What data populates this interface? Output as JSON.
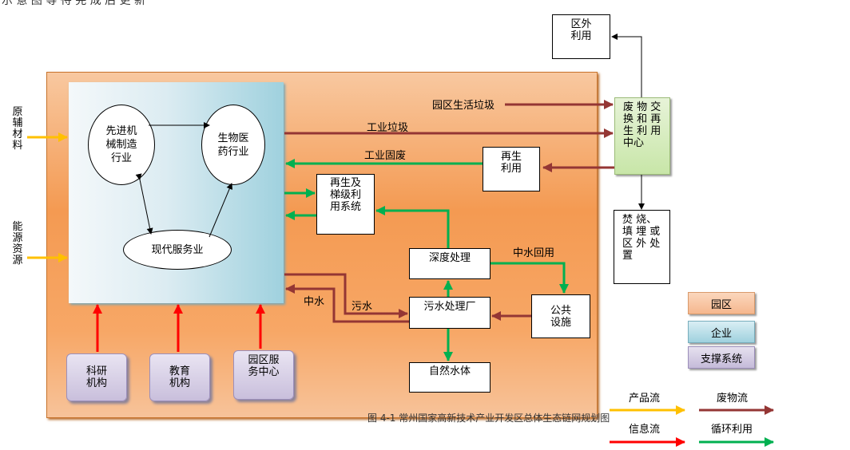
{
  "top_partial_text": "示 意 图 等 待 完 成 后 更 新",
  "inputs": {
    "raw_materials": "原辅材料",
    "energy": "能源资源"
  },
  "enterprise_nodes": {
    "advanced_manufacturing": "先进机\n械制造\n行业",
    "biomedicine": "生物医\n药行业",
    "modern_services": "现代服务业"
  },
  "boxes": {
    "outside_use": "区外\n利用",
    "waste_exchange": "废 物 交\n换 和 再\n生 利 用\n中心",
    "incineration": "焚 烧、\n填 埋 或\n区 外 处\n置",
    "regeneration": "再生\n利用",
    "cascade_system": "再生及\n梯级利\n用系统",
    "deep_treatment": "深度处理",
    "sewage_plant": "污水处理厂",
    "public_facilities": "公共\n设施",
    "natural_water": "自然水体"
  },
  "flow_labels": {
    "domestic_waste": "园区生活垃圾",
    "industrial_waste": "工业垃圾",
    "industrial_solid": "工业固废",
    "reclaimed_water_reuse": "中水回用",
    "reclaimed_water": "中水",
    "sewage": "污水"
  },
  "support": {
    "research": "科研\n机构",
    "education": "教育\n机构",
    "service_center": "园区服\n务中心"
  },
  "legend": {
    "park": "园区",
    "enterprise": "企业",
    "support": "支撑系统",
    "product_flow": "产品流",
    "waste_flow": "废物流",
    "info_flow": "信息流",
    "recycle": "循环利用"
  },
  "caption": "图 4-1 常州国家高新技术产业开发区总体生态链网规划图",
  "colors": {
    "product": "#ffc000",
    "waste": "#943634",
    "info": "#ff0000",
    "recycle": "#00b050"
  }
}
